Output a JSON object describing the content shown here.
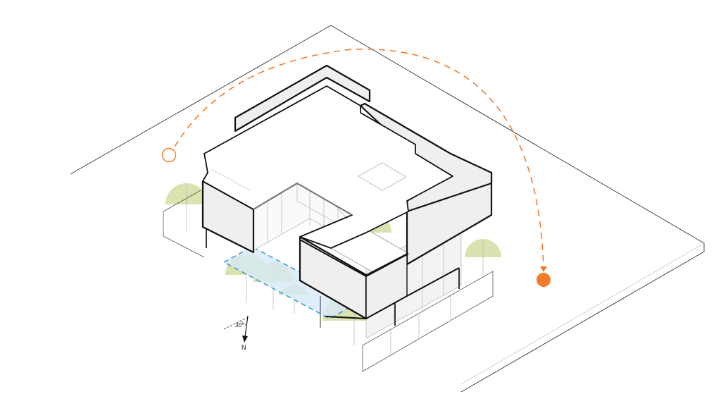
{
  "diagram": {
    "type": "architectural-axonometric",
    "subject": "house massing with sun path",
    "colors": {
      "background": "#ffffff",
      "outline_heavy": "#111111",
      "outline_light": "#c8c8c8",
      "wall_fill": "#efefef",
      "roof_fill": "#ffffff",
      "sun_path": "#ef7d2a",
      "tree_fill": "#d6dfa6",
      "pool_fill": "#d7eaf6",
      "pool_edge": "#3c9fd1",
      "site_line": "#333333"
    }
  },
  "sun_path": {
    "start_marker": "sunrise-open-circle",
    "end_marker": "sunset-filled-circle",
    "style": "dashed-arc-with-arrow"
  },
  "north_arrow": {
    "label": "N",
    "angle_label": "30°"
  },
  "elements": {
    "skylight": "roof-skylight",
    "pool": "courtyard-pool",
    "trees": 7
  }
}
